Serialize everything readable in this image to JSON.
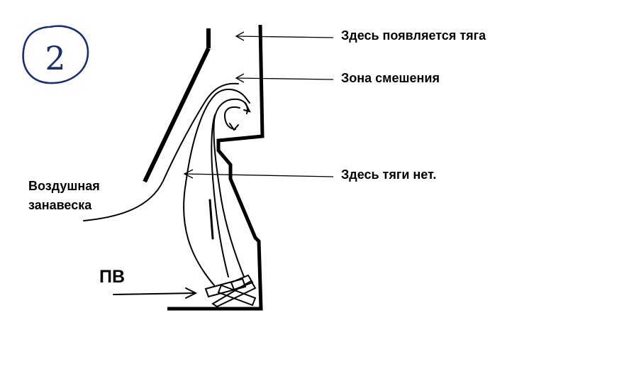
{
  "annotations": {
    "draft_appears": "Здесь появляется тяга",
    "mixing_zone": "Зона смешения",
    "no_draft": "Здесь тяги нет.",
    "air_curtain_line1": "Воздушная",
    "air_curtain_line2": "занавеска",
    "primary_air": "ПВ"
  },
  "figure_number": "2",
  "colors": {
    "ink": "#000000",
    "pen": "#1a2f6e",
    "background": "#ffffff"
  }
}
